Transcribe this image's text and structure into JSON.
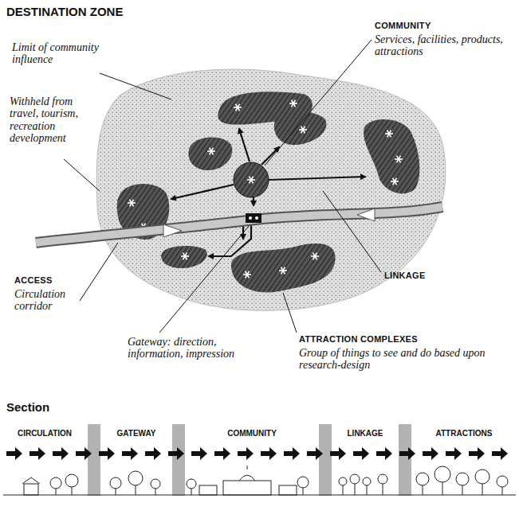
{
  "diagram": {
    "title": "DESTINATION ZONE",
    "nodes": [
      {
        "text": [
          "CIRCULATION"
        ]
      },
      {
        "text": [
          "GATEWAY"
        ]
      },
      {
        "text": [
          "COMMUNITY"
        ]
      },
      {
        "text": [
          "LINKAGE"
        ]
      },
      {
        "text": [
          "ATTRACTIONS"
        ]
      }
    ],
    "labels": [
      "Limit of community influence",
      "Withheld from travel, tourism, recreation development",
      "COMMUNITY",
      "Services, facilities, products, attractions",
      "ACCESS",
      "Circulation corridor",
      "LINKAGE",
      "Gateway: direction, information, impression",
      "ATTRACTION COMPLEXES",
      "Group of things to see and do based upon research-design",
      "Section"
    ]
  }
}
